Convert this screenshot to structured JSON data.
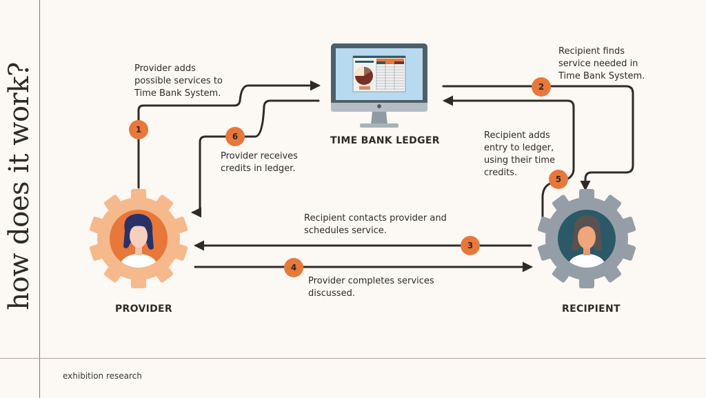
{
  "side_title": "how does it work?",
  "footer": "exhibition research",
  "ledger": {
    "label": "TIME BANK LEDGER"
  },
  "provider": {
    "label": "PROVIDER"
  },
  "recipient": {
    "label": "RECIPIENT"
  },
  "steps": [
    {
      "number": "1",
      "text_lines": [
        "Provider adds",
        "possible services to",
        "Time Bank System."
      ]
    },
    {
      "number": "2",
      "text_lines": [
        "Recipient finds",
        "service needed in",
        "Time Bank System."
      ]
    },
    {
      "number": "3",
      "text_lines": [
        "Recipient contacts provider and",
        "schedules service."
      ]
    },
    {
      "number": "4",
      "text_lines": [
        "Provider completes services",
        "discussed."
      ]
    },
    {
      "number": "5",
      "text_lines": [
        "Recipient adds",
        "entry to ledger,",
        "using their time",
        "credits."
      ]
    },
    {
      "number": "6",
      "text_lines": [
        "Provider receives",
        "credits in ledger."
      ]
    }
  ],
  "colors": {
    "accent": "#e8773a",
    "provider_gear": "#f6b98c",
    "recipient_gear": "#959ea6",
    "recipient_circle": "#2c5968",
    "line": "#2d2a28",
    "background": "#fcf8f4"
  }
}
